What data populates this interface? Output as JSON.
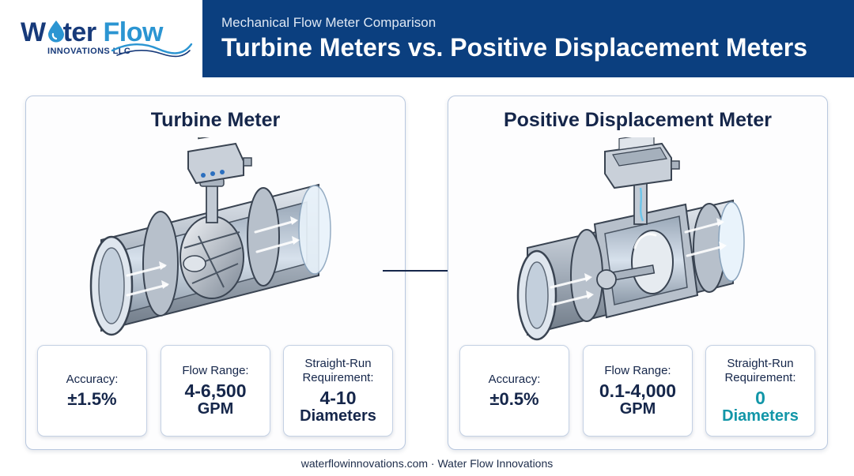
{
  "logo": {
    "word_part1": "W",
    "word_part1b": "ter",
    "word_part2": "Flow",
    "subtitle": "INNOVATIONS LLC",
    "colors": {
      "navy": "#173a7a",
      "blue": "#2b95d2"
    },
    "icon": "water-drop-icon"
  },
  "header": {
    "kicker": "Mechanical Flow Meter Comparison",
    "title": "Turbine Meters vs. Positive Displacement Meters",
    "background": "#0b3f7f"
  },
  "panels": [
    {
      "title": "Turbine Meter",
      "stats": [
        {
          "label": "Accuracy:",
          "value": "±1.5%",
          "unit": ""
        },
        {
          "label": "Flow Range:",
          "value": "4-6,500",
          "unit": "GPM"
        },
        {
          "label": "Straight-Run Requirement:",
          "value": "4-10",
          "unit": "Diameters"
        }
      ]
    },
    {
      "title": "Positive Displacement Meter",
      "stats": [
        {
          "label": "Accuracy:",
          "value": "±0.5%",
          "unit": ""
        },
        {
          "label": "Flow Range:",
          "value": "0.1-4,000",
          "unit": "GPM"
        },
        {
          "label": "Straight-Run Requirement:",
          "value": "0",
          "unit": "Diameters"
        }
      ]
    }
  ],
  "highlight_color": "#1296a8",
  "footer": "waterflowinnovations.com · Water Flow Innovations"
}
